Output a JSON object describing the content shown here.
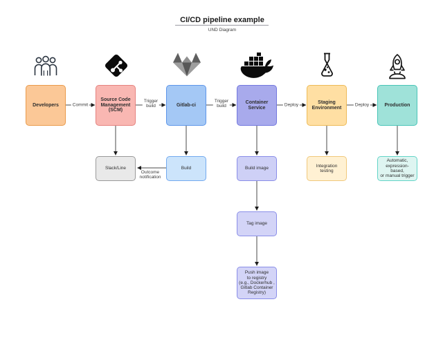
{
  "header": {
    "title": "CI/CD pipeline example",
    "subtitle": "UND Diagram"
  },
  "nodes": {
    "developers": {
      "label": "Developers",
      "fill": "#fbc897",
      "stroke": "#e99a4b",
      "icon": "team-icon"
    },
    "scm": {
      "label": "Source Code\nManagement\n(SCM)",
      "fill": "#f9b7b2",
      "stroke": "#e5827e",
      "icon": "git-icon"
    },
    "gitlab_ci": {
      "label": "Gitlab-ci",
      "fill": "#a4c8f5",
      "stroke": "#5d95e9",
      "icon": "gitlab-icon"
    },
    "container_service": {
      "label": "Container\nService",
      "fill": "#a8aaec",
      "stroke": "#7277de",
      "icon": "docker-icon"
    },
    "staging": {
      "label": "Staging\nEnvironment",
      "fill": "#ffdfa3",
      "stroke": "#edba57",
      "icon": "flask-icon"
    },
    "production": {
      "label": "Production",
      "fill": "#9fe2d9",
      "stroke": "#48c4b7",
      "icon": "rocket-icon"
    },
    "slack": {
      "label": "Slack/Line",
      "fill": "#e9e9e9",
      "stroke": "#999999"
    },
    "build": {
      "label": "Build",
      "fill": "#cce4fb",
      "stroke": "#72a9ef"
    },
    "build_image": {
      "label": "Build image",
      "fill": "#ced0f6",
      "stroke": "#898de8"
    },
    "integration_testing": {
      "label": "Integration\ntesting",
      "fill": "#fff1d3",
      "stroke": "#f0c87b"
    },
    "auto_trigger": {
      "label": "Automatic,\nexpression-based,\nor manual trigger",
      "fill": "#def5f1",
      "stroke": "#62d4c7"
    },
    "tag_image": {
      "label": "Tag image",
      "fill": "#d3d4f7",
      "stroke": "#898de8"
    },
    "push_image": {
      "label": "Push image\nto registry\n(e.g., Dockerhub ,\nGitlab Container\nRegistry)",
      "fill": "#d3d4f7",
      "stroke": "#898de8"
    }
  },
  "edges": {
    "commit": {
      "label": "Commit"
    },
    "trigger1": {
      "label": "Trigger\nbuild"
    },
    "trigger2": {
      "label": "Trigger\nbuild"
    },
    "deploy1": {
      "label": "Deploy"
    },
    "deploy2": {
      "label": "Deploy"
    },
    "outcome": {
      "label": "Outcome\nnotification"
    }
  },
  "edge_color": "#4a4a4a"
}
